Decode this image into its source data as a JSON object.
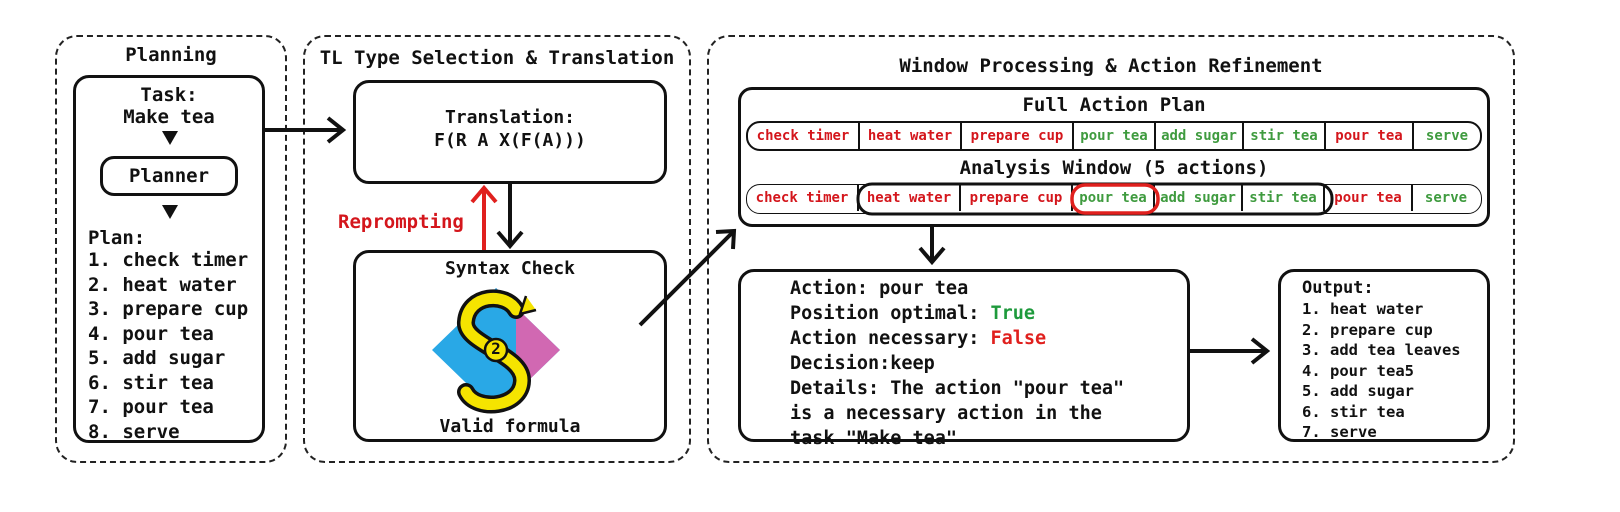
{
  "colors": {
    "red": "#d4161c",
    "green": "#3f9b3f",
    "true_green": "#1e9a3c",
    "false_red": "#e0201e"
  },
  "planning": {
    "title": "Planning",
    "task_label": "Task:",
    "task_value": "Make tea",
    "planner_label": "Planner",
    "plan_header": "Plan:",
    "plan_items": [
      "1. check timer",
      "2. heat water",
      "3. prepare cup",
      "4. pour tea",
      "5. add sugar",
      "6. stir tea",
      "7. pour tea",
      "8. serve"
    ]
  },
  "tl": {
    "title": "TL Type Selection & Translation",
    "translation_label": "Translation:",
    "translation_formula": "F(R A X(F(A)))",
    "reprompting_label": "Reprompting",
    "syntax_check_label": "Syntax Check",
    "logo_number": "2",
    "valid_label": "Valid formula"
  },
  "window": {
    "title": "Window Processing & Action Refinement",
    "full_plan_title": "Full Action Plan",
    "analysis_title": "Analysis Window (5 actions)",
    "full_plan": [
      {
        "label": "check timer",
        "status": "red"
      },
      {
        "label": "heat water",
        "status": "red"
      },
      {
        "label": "prepare cup",
        "status": "red"
      },
      {
        "label": "pour tea",
        "status": "green"
      },
      {
        "label": "add sugar",
        "status": "green"
      },
      {
        "label": "stir tea",
        "status": "green"
      },
      {
        "label": "pour tea",
        "status": "red"
      },
      {
        "label": "serve",
        "status": "green"
      }
    ],
    "analysis": [
      {
        "label": "check timer",
        "status": "red"
      },
      {
        "label": "heat water",
        "status": "red"
      },
      {
        "label": "prepare cup",
        "status": "red"
      },
      {
        "label": "pour tea",
        "status": "green",
        "highlight": true
      },
      {
        "label": "add sugar",
        "status": "green"
      },
      {
        "label": "stir tea",
        "status": "green"
      },
      {
        "label": "pour tea",
        "status": "red"
      },
      {
        "label": "serve",
        "status": "green"
      }
    ],
    "decision": {
      "action_line": "Action: pour tea",
      "position_label": "Position optimal: ",
      "position_value": "True",
      "necessary_label": "Action necessary: ",
      "necessary_value": "False",
      "decision_line": "Decision:keep",
      "details_lines": [
        "Details: The action \"pour tea\"",
        "is a necessary action in the",
        "task \"Make tea\""
      ]
    },
    "output": {
      "header": "Output:",
      "items": [
        "1. heat water",
        "2. prepare cup",
        "3. add tea leaves",
        "4. pour tea5",
        "5. add sugar",
        "6. stir tea",
        "7. serve"
      ]
    }
  }
}
